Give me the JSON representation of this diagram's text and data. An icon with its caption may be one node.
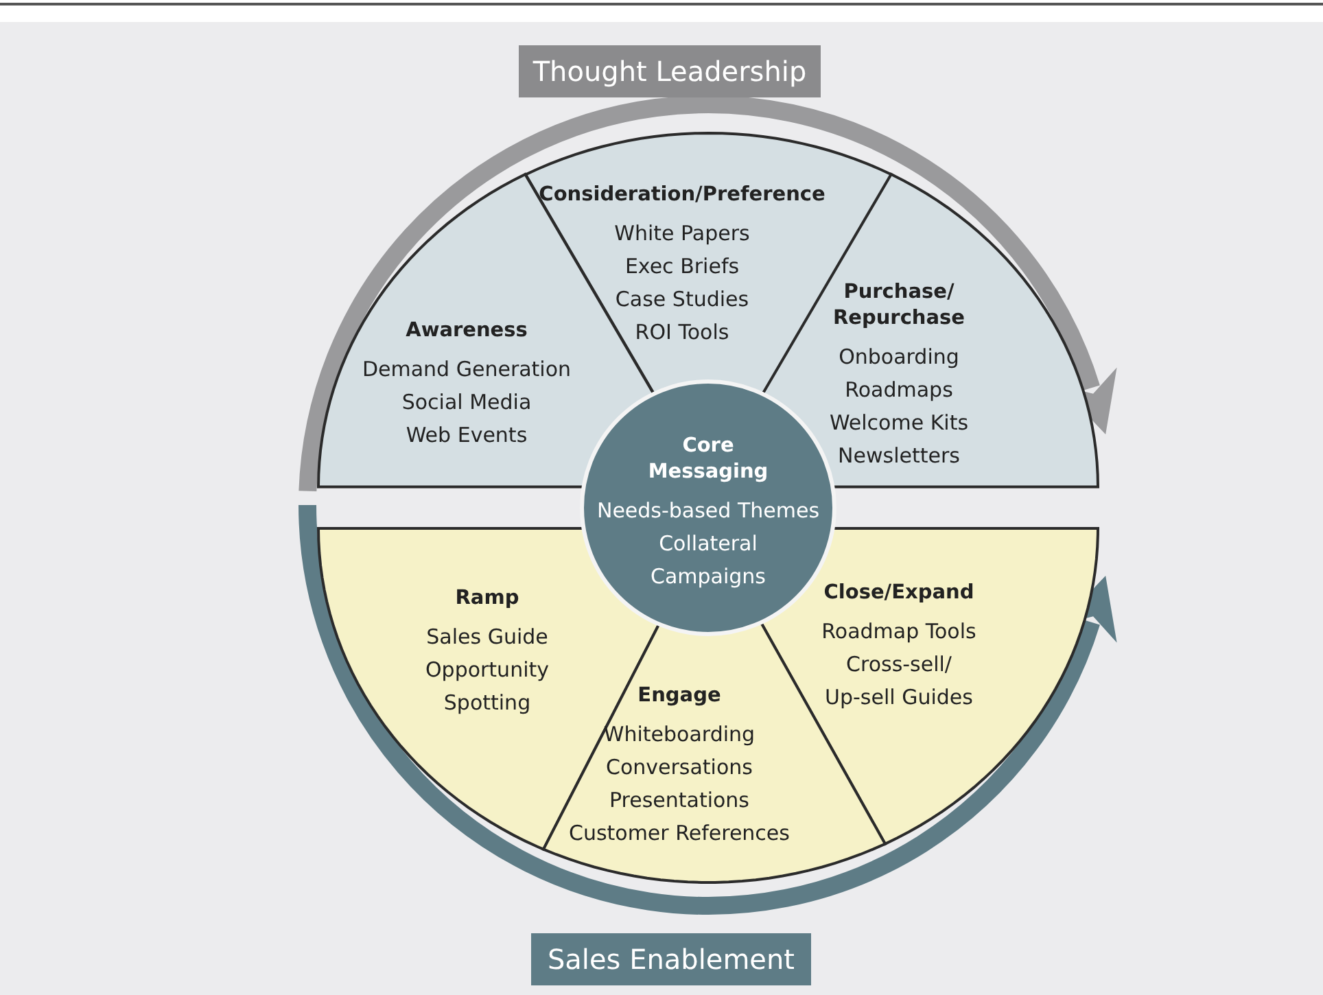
{
  "diagram": {
    "nodes": [
      {
        "text": [
          "Thought Leadership"
        ]
      },
      {
        "text": [
          "Consideration/Preference",
          "White Papers",
          "Exec Briefs",
          "Case Studies",
          "ROI Tools"
        ]
      },
      {
        "text": [
          "Awareness",
          "Demand Generation",
          "Social Media",
          "Web Events"
        ]
      },
      {
        "text": [
          "Purchase/ Repurchase",
          "Onboarding Roadmaps",
          "Welcome Kits",
          "Newsletters"
        ]
      },
      {
        "text": [
          "Core Messaging",
          "Needs-based Themes",
          "Collateral",
          "Campaigns"
        ]
      },
      {
        "text": [
          "Ramp",
          "Sales Guide",
          "Opportunity Spotting"
        ]
      },
      {
        "text": [
          "Close/Expand",
          "Roadmap Tools",
          "Cross-sell/ Up-sell Guides"
        ]
      },
      {
        "text": [
          "Engage",
          "Whiteboarding",
          "Conversations",
          "Presentations",
          "Customer References"
        ]
      },
      {
        "text": [
          "Sales Enablement"
        ]
      }
    ]
  }
}
